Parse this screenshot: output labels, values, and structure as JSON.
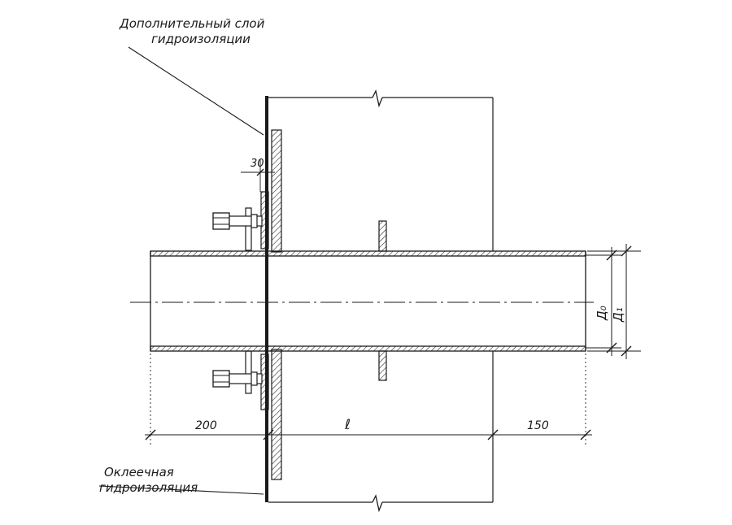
{
  "labels": {
    "extra_layer_line1": "Дополнительный слой",
    "extra_layer_line2": "гидроизоляции",
    "glued_line1": "Оклеечная",
    "glued_line2": "гидроизоляция"
  },
  "dimensions": {
    "gap": "30",
    "left_extension": "200",
    "length": "ℓ",
    "right_extension": "150",
    "inner_diameter": "Д₀",
    "outer_diameter": "Д₁"
  }
}
